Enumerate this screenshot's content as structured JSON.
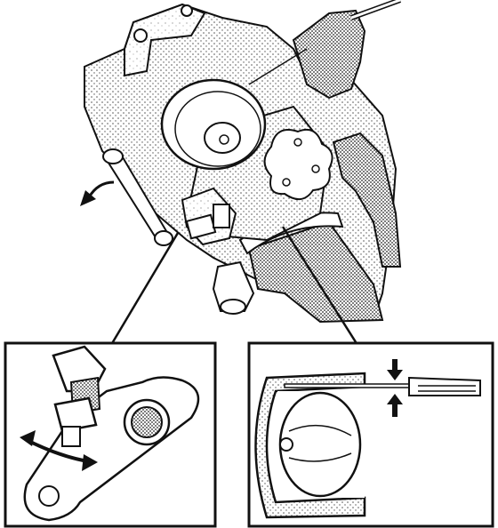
{
  "figure": {
    "kind": "technical-illustration",
    "palette": {
      "ink": "#111111",
      "paper": "#ffffff",
      "stipple_light": "#d9d9d9",
      "stipple_mid": "#bdbdbd",
      "stipple_dark": "#8a8a8a"
    },
    "main_view": {
      "parts": [
        "throttle-body",
        "throttle-pulley",
        "air-intake-duct",
        "hose-clamp",
        "throttle-position-sensor",
        "idle-adjust-screw",
        "linkage-rod",
        "electrical-connector",
        "cable-housing"
      ],
      "arrows": [
        "rotation-arrow"
      ]
    },
    "detail_left": {
      "parts": [
        "adjust-screw",
        "lock-nut",
        "throttle-lever",
        "lever-pivot-boss",
        "lever-hole"
      ],
      "arrows": [
        "turn-direction-arrow"
      ]
    },
    "detail_right": {
      "parts": [
        "throttle-bore",
        "throttle-plate",
        "feeler-gauge",
        "gauge-handle"
      ],
      "arrows": [
        "gap-arrow-top",
        "gap-arrow-bottom"
      ]
    }
  }
}
